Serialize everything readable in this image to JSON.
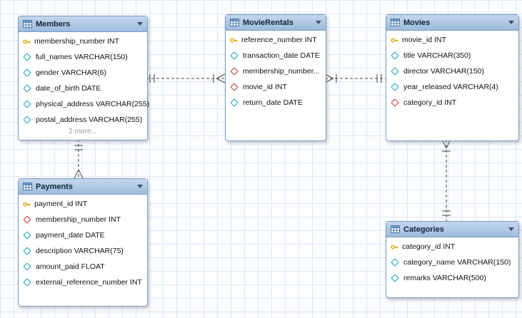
{
  "colors": {
    "canvas-bg": "#fcfdfe",
    "grid-line": "#dfe7f0",
    "header-top": "#c4d7ec",
    "header-bottom": "#9dbbdc",
    "header-border": "#7a9bc2",
    "header-text": "#10243c",
    "table-bg": "#ffffff",
    "key-icon": "#d9a800",
    "column-icon": "#19a0c4",
    "fk-icon": "#c43b3b",
    "connector": "#6b6b6b",
    "more-text": "#9a9a9a"
  },
  "diagram": {
    "tables": [
      {
        "title": "Members",
        "more_label": "2 more...",
        "columns": [
          {
            "type": "pk",
            "text": "membership_number INT"
          },
          {
            "type": "column",
            "text": "full_names VARCHAR(150)"
          },
          {
            "type": "column",
            "text": "gender VARCHAR(6)"
          },
          {
            "type": "column",
            "text": "date_of_birth DATE"
          },
          {
            "type": "column",
            "text": "physical_address VARCHAR(255)"
          },
          {
            "type": "column",
            "text": "postal_address VARCHAR(255)"
          }
        ]
      },
      {
        "title": "MovieRentals",
        "columns": [
          {
            "type": "pk",
            "text": "reference_number INT"
          },
          {
            "type": "column",
            "text": "transaction_date DATE"
          },
          {
            "type": "fk",
            "text": "membership_number..."
          },
          {
            "type": "fk",
            "text": "movie_id INT"
          },
          {
            "type": "column",
            "text": "return_date DATE"
          }
        ]
      },
      {
        "title": "Movies",
        "columns": [
          {
            "type": "pk",
            "text": "movie_id INT"
          },
          {
            "type": "column",
            "text": "title VARCHAR(350)"
          },
          {
            "type": "column",
            "text": "director VARCHAR(150)"
          },
          {
            "type": "column",
            "text": "year_released VARCHAR(4)"
          },
          {
            "type": "fk",
            "text": "category_id INT"
          }
        ]
      },
      {
        "title": "Payments",
        "columns": [
          {
            "type": "pk",
            "text": "payment_id INT"
          },
          {
            "type": "fk",
            "text": "membership_number INT"
          },
          {
            "type": "column",
            "text": "payment_date DATE"
          },
          {
            "type": "column",
            "text": "description VARCHAR(75)"
          },
          {
            "type": "column",
            "text": "amount_paid FLOAT"
          },
          {
            "type": "column",
            "text": "external_reference_number INT"
          }
        ]
      },
      {
        "title": "Categories",
        "columns": [
          {
            "type": "pk",
            "text": "category_id INT"
          },
          {
            "type": "column",
            "text": "category_name VARCHAR(150)"
          },
          {
            "type": "column",
            "text": "remarks VARCHAR(500)"
          }
        ]
      }
    ],
    "relationships": [
      {
        "from": "Members",
        "to": "MovieRentals",
        "cardinality": "one-to-many",
        "line": "dashed"
      },
      {
        "from": "Movies",
        "to": "MovieRentals",
        "cardinality": "one-to-many",
        "line": "dashed"
      },
      {
        "from": "Members",
        "to": "Payments",
        "cardinality": "one-to-many",
        "line": "dashed"
      },
      {
        "from": "Categories",
        "to": "Movies",
        "cardinality": "one-to-many",
        "line": "dashed"
      }
    ]
  }
}
